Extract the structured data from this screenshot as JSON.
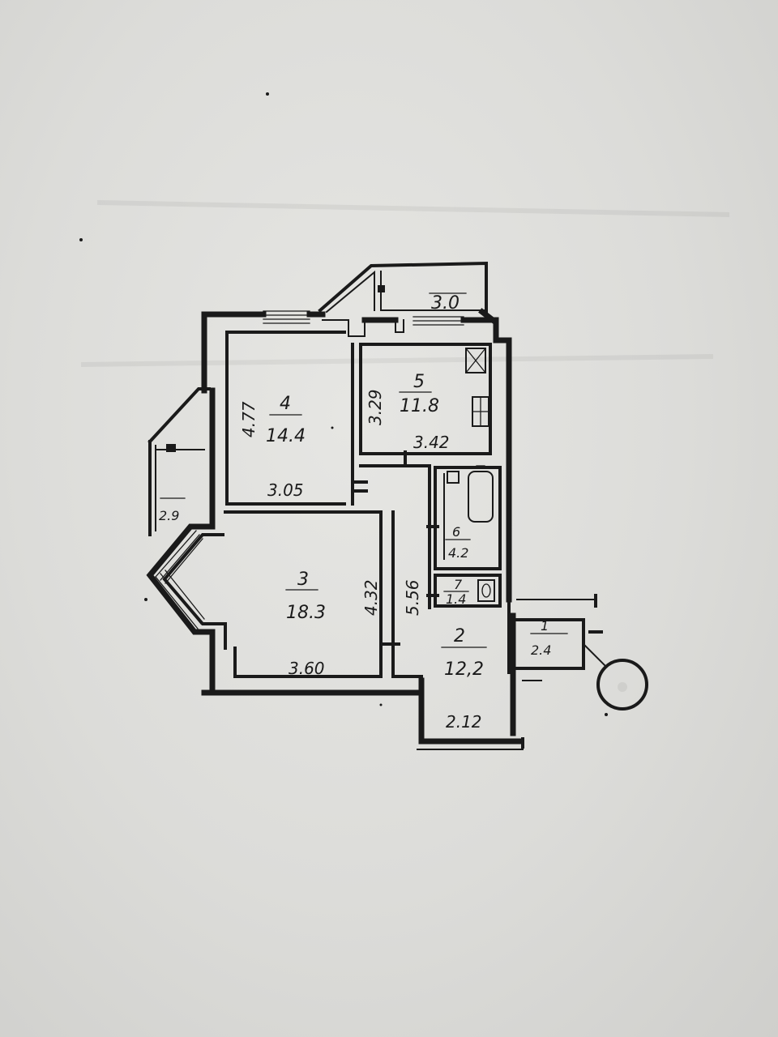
{
  "rooms": [
    {
      "number": "1",
      "area": "2.4"
    },
    {
      "number": "2",
      "area": "12,2"
    },
    {
      "number": "3",
      "area": "18.3"
    },
    {
      "number": "4",
      "area": "14.4"
    },
    {
      "number": "5",
      "area": "11.8"
    },
    {
      "number": "6",
      "area": "4.2"
    },
    {
      "number": "7",
      "area": "1.4"
    }
  ],
  "balconies": [
    {
      "area": "3.0"
    },
    {
      "area": "2.9"
    }
  ],
  "dimensions": [
    "4.77",
    "3.05",
    "3.29",
    "3.42",
    "4.32",
    "5.56",
    "3.60",
    "2.12"
  ]
}
